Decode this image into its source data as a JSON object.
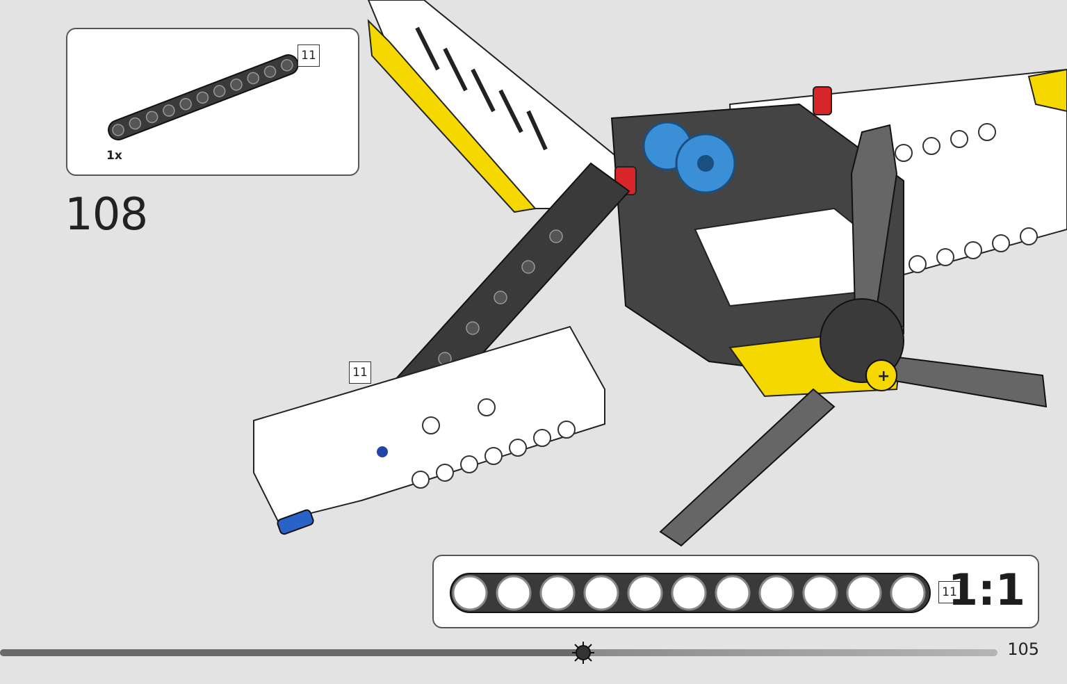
{
  "parts_list": {
    "items": [
      {
        "quantity_label": "1x",
        "length_tag": "11",
        "color": "#3a3a3a",
        "icon": "technic-beam-11-icon"
      }
    ]
  },
  "step": {
    "number": "108"
  },
  "callout": {
    "length_tag": "11"
  },
  "scale_reference": {
    "length_tag": "11",
    "ratio": "1:1",
    "holes": 11
  },
  "progress": {
    "fraction": 0.585
  },
  "page": {
    "number": "105"
  },
  "colors": {
    "background": "#e3e3e3",
    "beam_dark": "#3a3a3a",
    "white_part": "#ffffff",
    "yellow_part": "#f5d800",
    "blue_gear": "#3a8fd6",
    "red_part": "#d8252a"
  }
}
